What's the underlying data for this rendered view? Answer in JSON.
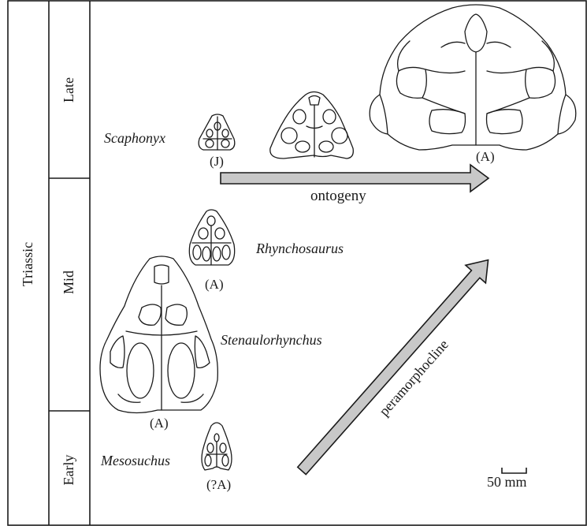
{
  "timescale": {
    "period": "Triassic",
    "epochs": [
      "Late",
      "Mid",
      "Early"
    ]
  },
  "taxa": {
    "scaphonyx": "Scaphonyx",
    "rhynchosaurus": "Rhynchosaurus",
    "stenaulorhynchus": "Stenaulorhynchus",
    "mesosuchus": "Mesosuchus"
  },
  "stage_labels": {
    "scaphonyx_juvenile": "(J)",
    "scaphonyx_adult": "(A)",
    "rhynchosaurus": "(A)",
    "stenaulorhynchus": "(A)",
    "mesosuchus": "(?A)"
  },
  "arrows": {
    "ontogeny": "ontogeny",
    "peramorphocline": "peramorphocline",
    "fill": "#c8c8c8"
  },
  "scale_bar": {
    "label": "50 mm"
  }
}
